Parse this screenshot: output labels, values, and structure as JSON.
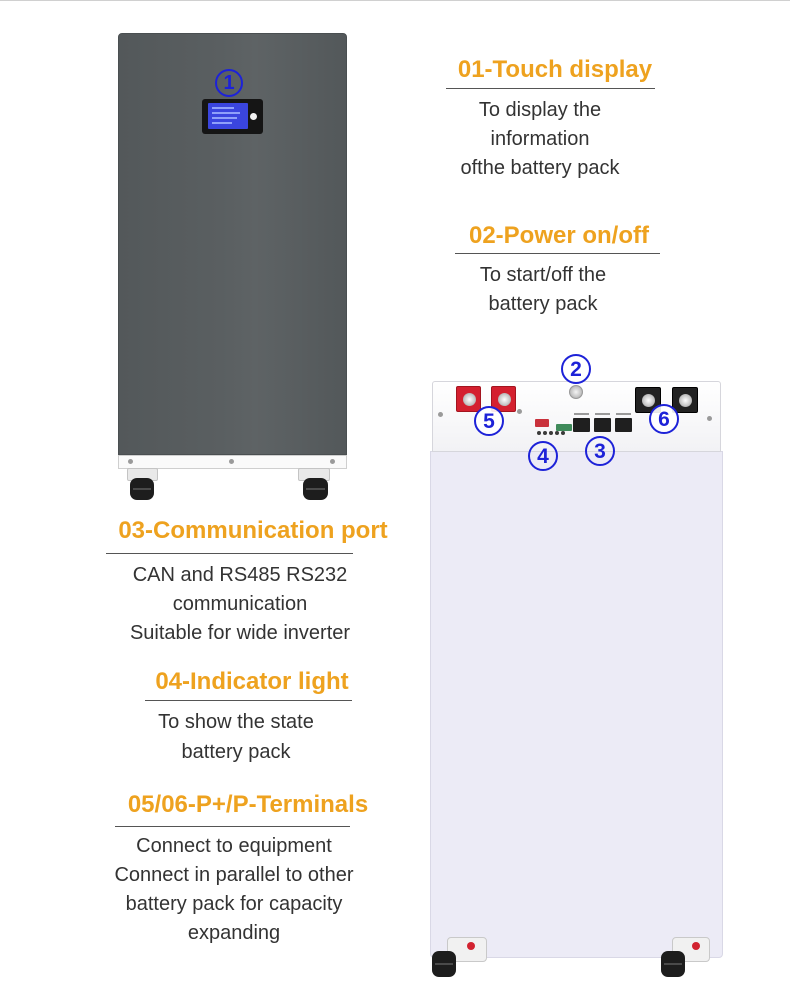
{
  "markers": [
    "1",
    "2",
    "3",
    "4",
    "5",
    "6"
  ],
  "callouts": [
    {
      "title": "01-Touch display",
      "lines": [
        "To display the",
        "information",
        "ofthe battery pack"
      ]
    },
    {
      "title": "02-Power on/off",
      "lines": [
        "To start/off the",
        "battery pack"
      ]
    },
    {
      "title": "03-Communication port",
      "lines": [
        "CAN and RS485 RS232",
        "communication",
        "Suitable for wide inverter"
      ]
    },
    {
      "title": "04-Indicator light",
      "lines": [
        "To show the state",
        "battery pack"
      ]
    },
    {
      "title": "05/06-P+/P-Terminals",
      "lines": [
        "Connect to equipment",
        "Connect in parallel to other",
        "battery pack for capacity",
        "expanding"
      ]
    }
  ],
  "colors": {
    "title": "#eea21f",
    "text": "#333333",
    "marker": "#1d22d8",
    "cabinet": "#5a5f61",
    "back": "#ecebf6"
  }
}
